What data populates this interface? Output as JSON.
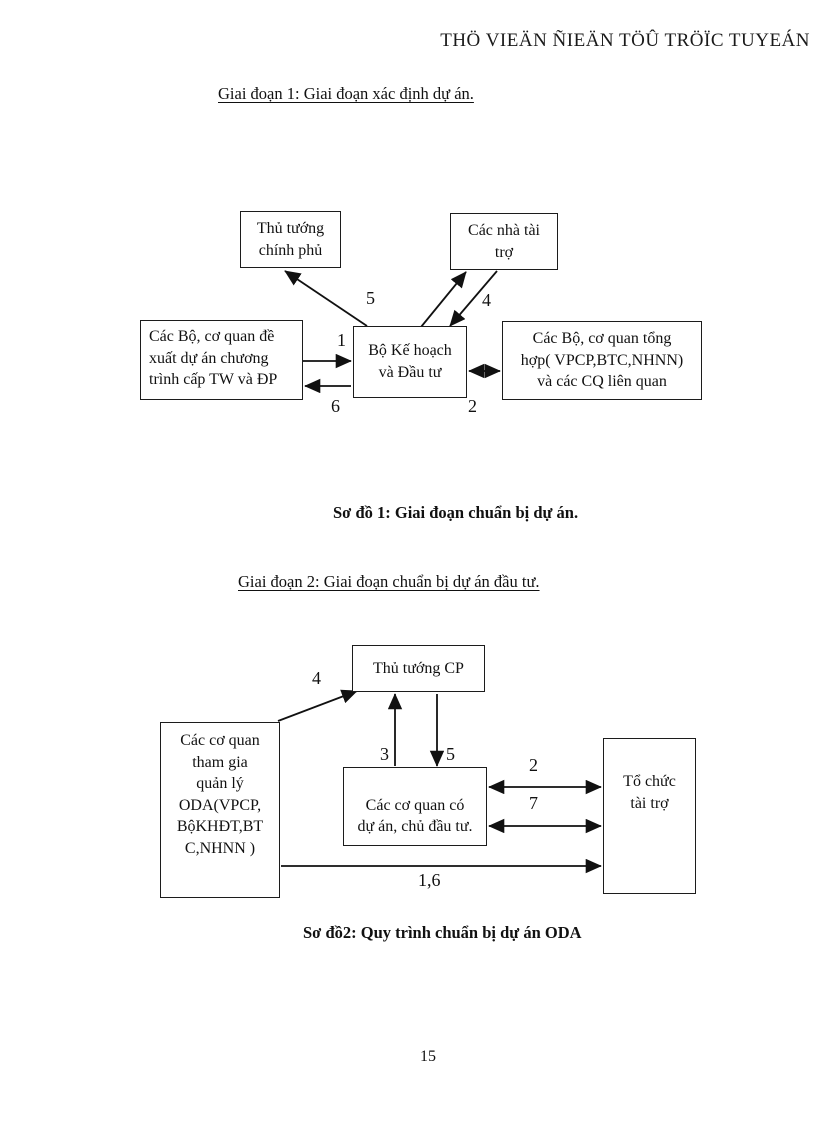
{
  "page": {
    "header": "THÖ VIEÄN ÑIEÄN TÖÛ TRÖÏC TUYEÁN",
    "page_number": "15"
  },
  "section1": {
    "heading": "Giai đoạn 1: Giai đoạn xác định dự án.",
    "caption": "Sơ đồ 1: Giai đoạn chuẩn bị dự án.",
    "boxes": {
      "prime_minister": "Thủ tướng\nchính phủ",
      "donors": "Các nhà tài\ntrợ",
      "proposing_agencies": "Các Bộ, cơ quan đề\nxuất dự án chương\ntrình cấp TW và ĐP",
      "mpi": "Bộ Kế hoạch\nvà Đầu tư",
      "general_agencies": "Các Bộ, cơ quan tổng\nhợp( VPCP,BTC,NHNN)\nvà các CQ liên quan"
    },
    "arrow_labels": {
      "n1": "1",
      "n2": "2",
      "n4": "4",
      "n5": "5",
      "n6": "6"
    }
  },
  "section2": {
    "heading": "Giai đoạn 2: Giai đoạn chuẩn bị dự án đầu tư.",
    "caption": "Sơ đồ2: Quy trình chuẩn bị dự án ODA",
    "boxes": {
      "prime_minister": "Thủ tướng CP",
      "oda_management_agencies": "Các cơ quan\ntham gia\nquản lý\nODA(VPCP,\nBộKHĐT,BT\nC,NHNN   )",
      "project_owners": "Các cơ quan có\ndự án, chủ đầu tư.",
      "funding_organization": "Tổ chức\ntài trợ"
    },
    "arrow_labels": {
      "n2": "2",
      "n3": "3",
      "n4": "4",
      "n5": "5",
      "n7": "7",
      "n16": "1,6"
    }
  }
}
